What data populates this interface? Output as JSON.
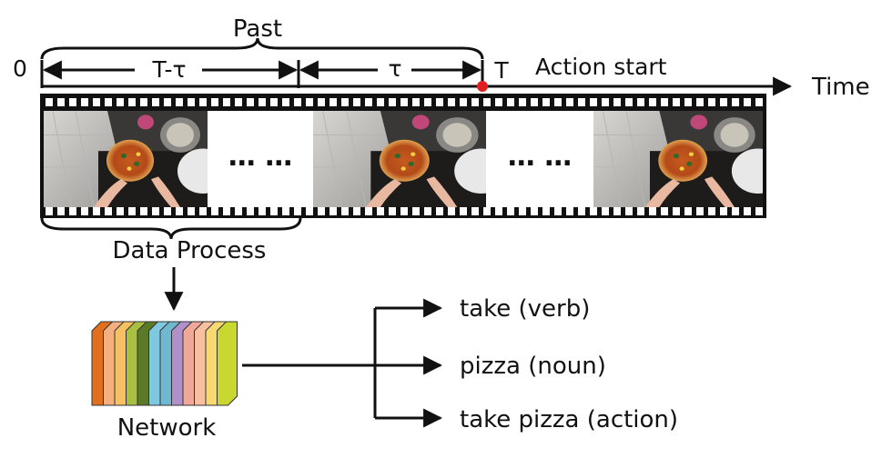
{
  "labels": {
    "past": "Past",
    "zero": "0",
    "t_minus_tau": "T-τ",
    "tau": "τ",
    "t": "T",
    "action_start": "Action start",
    "time": "Time",
    "ellipsis": "… …",
    "data_process": "Data Process",
    "network": "Network"
  },
  "outputs": [
    {
      "label": "take (verb)"
    },
    {
      "label": "pizza (noun)"
    },
    {
      "label": "take pizza (action)"
    }
  ],
  "colors": {
    "line": "#111111",
    "marker": "#e02020",
    "network_layers": [
      "#e07020",
      "#f5b080",
      "#f7c060",
      "#a8c040",
      "#5a7a28",
      "#80c8e0",
      "#70b8d0",
      "#b090c8",
      "#f0a898",
      "#f8c0a0",
      "#f8d870",
      "#c8d830"
    ]
  },
  "frames": [
    {
      "name": "frame-1",
      "type": "image",
      "scene": "pizza-kitchen"
    },
    {
      "name": "gap-1",
      "type": "ellipsis"
    },
    {
      "name": "frame-2",
      "type": "image",
      "scene": "pizza-kitchen"
    },
    {
      "name": "gap-2",
      "type": "ellipsis"
    },
    {
      "name": "frame-3",
      "type": "image",
      "scene": "pizza-kitchen"
    }
  ]
}
